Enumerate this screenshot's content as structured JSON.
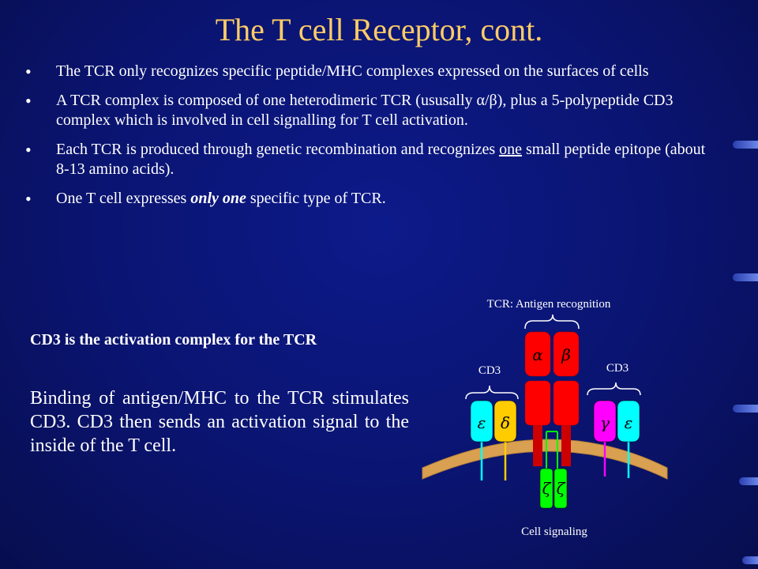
{
  "title": "The T cell Receptor, cont.",
  "bullets": [
    {
      "text": "The TCR only recognizes specific peptide/MHC complexes expressed on the surfaces of cells"
    },
    {
      "text": "A TCR complex is composed of one heterodimeric TCR (ususally α/β), plus a 5-polypeptide CD3 complex which is involved in cell signalling for T cell activation."
    },
    {
      "before": "Each TCR is produced through genetic recombination and recognizes ",
      "underlined": "one",
      "after": " small peptide epitope (about 8-13 amino acids)."
    },
    {
      "before": "One T cell expresses ",
      "emphasis": "only one",
      "after": " specific type of TCR."
    }
  ],
  "sub_heading": "CD3 is the activation complex for the TCR",
  "body_paragraph": "Binding of antigen/MHC to the TCR stimulates CD3.  CD3 then sends an activation signal to the inside of the T cell.",
  "diagram": {
    "tcr_label": "TCR: Antigen recognition",
    "cd3_left_label": "CD3",
    "cd3_right_label": "CD3",
    "signal_label": "Cell signaling",
    "subunits": {
      "alpha": "α",
      "beta": "β",
      "epsilon_left": "ε",
      "delta": "δ",
      "gamma": "γ",
      "epsilon_right": "ε",
      "zeta_left": "ζ",
      "zeta_right": "ζ"
    },
    "colors": {
      "tcr": "#ff0000",
      "epsilon": "#00ffff",
      "delta": "#ffcc00",
      "gamma": "#ff00ff",
      "zeta": "#00ff00",
      "membrane": "#d8a050"
    }
  }
}
